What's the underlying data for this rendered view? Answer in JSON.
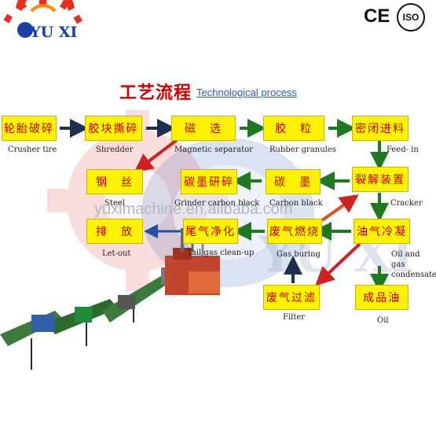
{
  "brand": {
    "logo_text": "YU XI",
    "ce_mark": "CE",
    "iso_mark": "ISO"
  },
  "title": {
    "cn": "工艺流程",
    "en": "Technological process"
  },
  "watermark": "yuximachine.en.alibaba.com",
  "nodes": {
    "crusher_tire": {
      "cn": "轮胎破碎",
      "en": "Crusher tire"
    },
    "shredder": {
      "cn": "胶块撕碎",
      "en": "Shredder"
    },
    "magnetic": {
      "cn": "磁　选",
      "en": "Magnetic separator"
    },
    "rubber": {
      "cn": "胶　粒",
      "en": "Rubber granules"
    },
    "feed_in": {
      "cn": "密闭进料",
      "en": "Feed- in"
    },
    "steel": {
      "cn": "钢　丝",
      "en": "Steel"
    },
    "grinder": {
      "cn": "碳墨研碎",
      "en": "Grinder carbon black"
    },
    "carbon_black": {
      "cn": "碳　墨",
      "en": "Carbon black"
    },
    "cracker": {
      "cn": "裂解装置",
      "en": "Cracker"
    },
    "let_out": {
      "cn": "排　放",
      "en": "Let-out"
    },
    "tail_gas": {
      "cn": "尾气净化",
      "en": "Tail gas clean-up"
    },
    "gas_buring": {
      "cn": "废气燃烧",
      "en": "Gas buring"
    },
    "oil_gas": {
      "cn": "油气冷凝",
      "en": "Oil  and  gas condensate"
    },
    "filter": {
      "cn": "废气过滤",
      "en": "Filter"
    },
    "oil": {
      "cn": "成品油",
      "en": "Oil"
    }
  },
  "colors": {
    "box_fill": "#fff200",
    "box_text": "#c00000",
    "arrow_dark": "#1f2f4f",
    "arrow_green": "#1e7a1e",
    "arrow_red": "#d02020",
    "title_red": "#d00000",
    "title_blue": "#1f5fbf"
  }
}
